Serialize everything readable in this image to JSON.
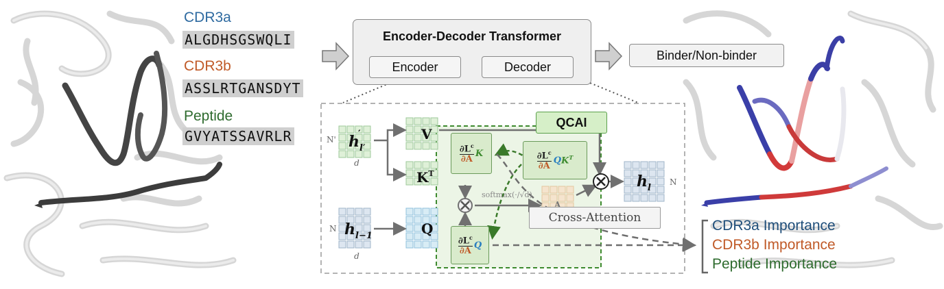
{
  "sequences": {
    "cdr3a": {
      "label": "CDR3a",
      "seq": "ALGDHSGSWQLI"
    },
    "cdr3b": {
      "label": "CDR3b",
      "seq": "ASSLRTGANSDYT"
    },
    "peptide": {
      "label": "Peptide",
      "seq": "GVYATSSAVRLR"
    }
  },
  "model": {
    "title": "Encoder-Decoder Transformer",
    "encoder": "Encoder",
    "decoder": "Decoder",
    "output": "Binder/Non-binder"
  },
  "detail": {
    "qcai": "QCAI",
    "cross_attention": "Cross-Attention",
    "softmax": "softmax",
    "dim_d": "d",
    "dim_N": "N",
    "dim_Nprime": "N'",
    "V": "V",
    "KT": "K",
    "Q": "Q",
    "A": "A"
  },
  "importance": {
    "cdr3a": "CDR3a Importance",
    "cdr3b": "CDR3b Importance",
    "peptide": "Peptide Importance"
  },
  "colors": {
    "cdr3a": "#2e6aa0",
    "cdr3b": "#c05a28",
    "peptide": "#2e6b2e",
    "qcai_green": "#3c8a2e",
    "q_blue": "#2a7fc0"
  }
}
